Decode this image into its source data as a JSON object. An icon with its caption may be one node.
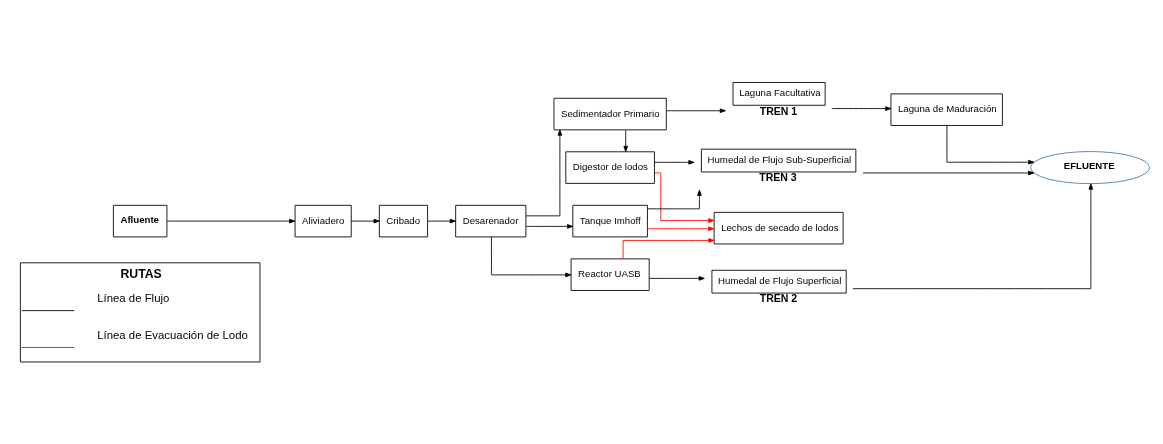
{
  "diagram": {
    "nodes": [
      {
        "text": [
          "Afluente"
        ]
      },
      {
        "text": [
          "Aliviadero"
        ]
      },
      {
        "text": [
          "Cribado"
        ]
      },
      {
        "text": [
          "Desarenador"
        ]
      },
      {
        "text": [
          "Sedimentador Primario"
        ]
      },
      {
        "text": [
          "Laguna Facultativa"
        ],
        "beside": [
          "TREN 1"
        ]
      },
      {
        "text": [
          "Laguna de Maduración"
        ]
      },
      {
        "text": [
          "Digestor de lodos"
        ]
      },
      {
        "text": [
          "Tanque Imhoff"
        ]
      },
      {
        "text": [
          "Humedal de Flujo Sub-Superficial"
        ],
        "beside": [
          "TREN 3"
        ]
      },
      {
        "text": [
          "EFLUENTE"
        ]
      },
      {
        "text": [
          "Lechos de secado de lodos"
        ]
      },
      {
        "text": [
          "Reactor UASB"
        ]
      },
      {
        "text": [
          "Humedal de Flujo Superficial"
        ],
        "beside": [
          "TREN 2"
        ]
      }
    ],
    "edges": [
      {
        "from": 0,
        "to": 1,
        "arrow": "to"
      },
      {
        "from": 1,
        "to": 2,
        "arrow": "to"
      },
      {
        "from": 2,
        "to": 3,
        "arrow": "to"
      },
      {
        "from": 3,
        "to": 4,
        "arrow": "to"
      },
      {
        "from": 3,
        "to": 8,
        "arrow": "to"
      },
      {
        "from": 3,
        "to": 12,
        "arrow": "to"
      },
      {
        "from": 4,
        "to": 5,
        "arrow": "to"
      },
      {
        "from": 5,
        "to": 6,
        "arrow": "to"
      },
      {
        "from": 6,
        "to": 10,
        "arrow": "to"
      },
      {
        "from": 4,
        "to": 7,
        "arrow": "to"
      },
      {
        "from": 7,
        "to": 9,
        "arrow": "to"
      },
      {
        "from": 8,
        "to": 9,
        "arrow": "to"
      },
      {
        "from": 9,
        "to": 10,
        "arrow": "to"
      },
      {
        "from": 12,
        "to": 13,
        "arrow": "to"
      },
      {
        "from": 13,
        "to": 10,
        "arrow": "to"
      },
      {
        "from": 7,
        "to": 11,
        "arrow": "to",
        "color": "#ff0000"
      },
      {
        "from": 8,
        "to": 11,
        "arrow": "to",
        "color": "#ff0000"
      },
      {
        "from": 12,
        "to": 11,
        "arrow": "to",
        "color": "#ff0000"
      }
    ],
    "labels": [
      "RUTAS"
    ],
    "legend": [
      {
        "text": "Línea de Flujo"
      },
      {
        "text": "Línea de Evacuación de Lodo"
      }
    ]
  }
}
